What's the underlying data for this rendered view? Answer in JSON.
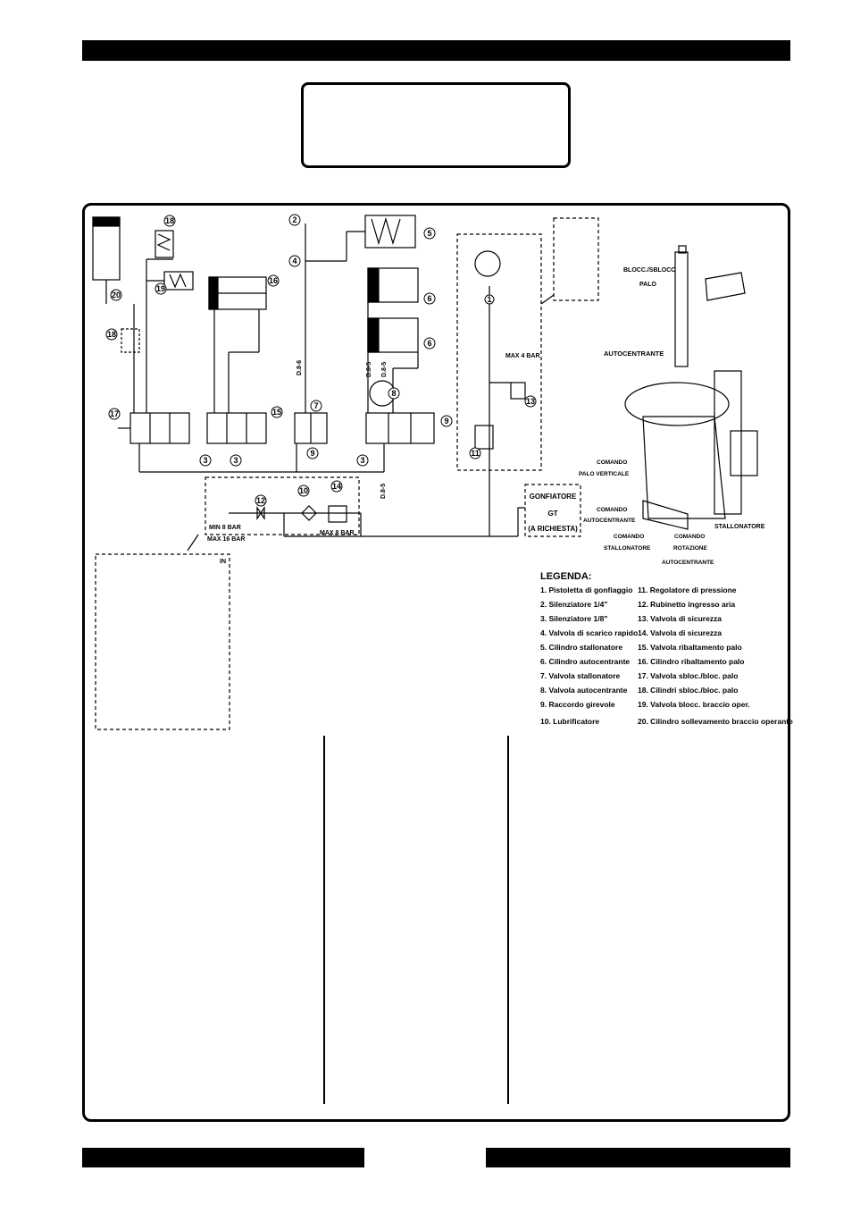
{
  "callout_labels": {
    "blocc_sblocc_palo_1": "BLOCC./SBLOCC",
    "blocc_sblocc_palo_2": "PALO",
    "autocentrante": "AUTOCENTRANTE",
    "comando_palo_verticale_1": "COMANDO",
    "comando_palo_verticale_2": "PALO VERTICALE",
    "comando_autocentrante_1": "COMANDO",
    "comando_autocentrante_2": "AUTOCENTRANTE",
    "comando_stallonatore_1": "COMANDO",
    "comando_stallonatore_2": "STALLONATORE",
    "comando_rotazione_1": "COMANDO",
    "comando_rotazione_2": "ROTAZIONE",
    "comando_rotazione_3": "AUTOCENTRANTE",
    "stallonatore": "STALLONATORE"
  },
  "pressure_labels": {
    "max4": "MAX 4 BAR",
    "min8": "MIN 8 BAR",
    "max16": "MAX 16 BAR",
    "max8": "MAX 8 BAR",
    "in": "IN"
  },
  "gonfiatore": {
    "line1": "GONFIATORE",
    "line2": "GT",
    "line3": "(A RICHIESTA)"
  },
  "tube_labels": {
    "d86": "D.8-6",
    "d85_a": "D.8-5",
    "d85_b": "D.8-5",
    "d85_c": "D.8-5"
  },
  "component_numbers": [
    "1",
    "2",
    "3",
    "4",
    "5",
    "6",
    "7",
    "8",
    "9",
    "10",
    "11",
    "12",
    "13",
    "14",
    "15",
    "16",
    "17",
    "18",
    "19",
    "20"
  ],
  "legend": {
    "title": "LEGENDA:",
    "left": [
      "1. Pistoletta di gonfiaggio",
      "2. Silenziatore 1/4\"",
      "3. Silenziatore 1/8\"",
      "4. Valvola di scarico rapido",
      "5. Cilindro stallonatore",
      "6. Cilindro autocentrante",
      "7. Valvola stallonatore",
      "8. Valvola autocentrante",
      "9. Raccordo girevole",
      "10. Lubrificatore"
    ],
    "right": [
      "11. Regolatore di pressione",
      "12. Rubinetto ingresso aria",
      "13. Valvola di sicurezza",
      "14. Valvola di sicurezza",
      "15. Valvola ribaltamento palo",
      "16. Cilindro ribaltamento palo",
      "17. Valvola sbloc./bloc. palo",
      "18. Cilindri sbloc./bloc. palo",
      "19. Valvola blocc. braccio oper.",
      "20. Cilindro sollevamento braccio operante"
    ]
  }
}
